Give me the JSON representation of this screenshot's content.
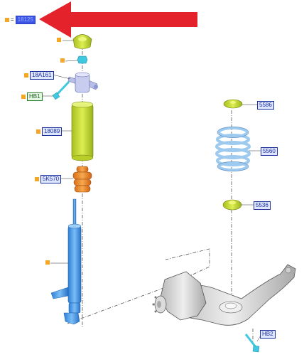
{
  "header": {
    "highlighted_part": "18125",
    "equals_sign": "="
  },
  "arrow": {
    "color": "#e3222b"
  },
  "parts": [
    {
      "id": "upper-mount-cap",
      "number": ""
    },
    {
      "id": "upper-nut",
      "number": ""
    },
    {
      "id": "upper-mount-bracket",
      "number": "18A161"
    },
    {
      "id": "bracket-bolt",
      "number": "HB1"
    },
    {
      "id": "dust-boot",
      "number": "18089"
    },
    {
      "id": "bump-stop",
      "number": "5K570"
    },
    {
      "id": "shock-absorber",
      "number": ""
    },
    {
      "id": "upper-spring-seat",
      "number": "5586"
    },
    {
      "id": "coil-spring",
      "number": "5560"
    },
    {
      "id": "lower-spring-seat",
      "number": "5536"
    },
    {
      "id": "lower-bolt",
      "number": "HB2"
    }
  ],
  "colors": {
    "highlight_blue": "#3b56e6",
    "tag_blue": "#1a2f9a",
    "tag_green": "#2f7d2f",
    "part_yellow": "#c8dc3a",
    "part_orange": "#f08a2a",
    "part_blue": "#4a9be8",
    "part_cyan": "#40c8e0",
    "spring_blue": "#9ecaf0",
    "knuckle_gray": "#d8d8d8",
    "callout_square": "#f5a623"
  }
}
